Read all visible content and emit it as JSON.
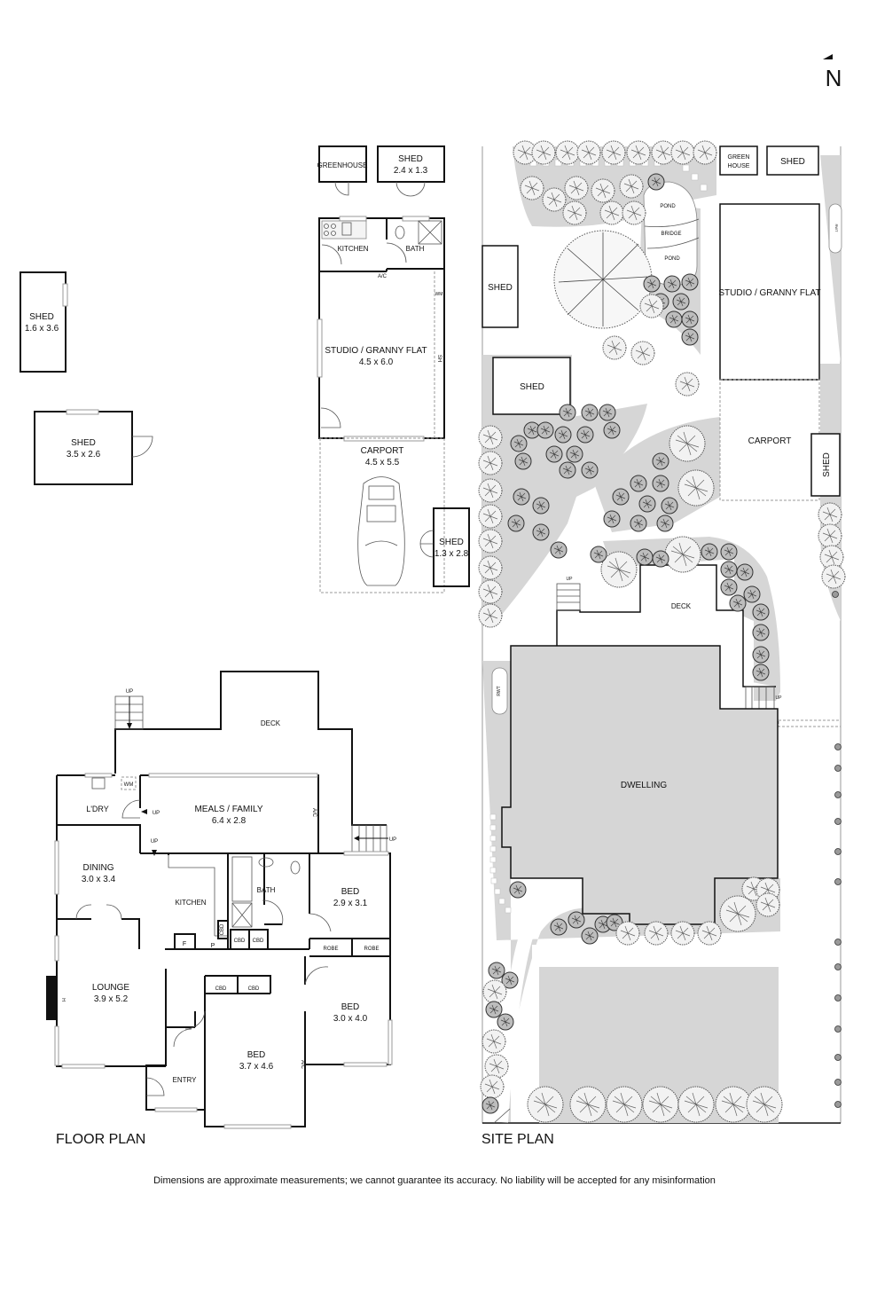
{
  "north": {
    "label": "N"
  },
  "floor_plan": {
    "title": "FLOOR PLAN",
    "rooms": {
      "deck": {
        "name": "DECK"
      },
      "laundry": {
        "name": "L'DRY",
        "fixture": "WM"
      },
      "meals_family": {
        "name": "MEALS / FAMILY",
        "size": "6.4 x 2.8"
      },
      "dining": {
        "name": "DINING",
        "size": "3.0 x 3.4"
      },
      "kitchen": {
        "name": "KITCHEN",
        "fridge": "F",
        "pantry": "P"
      },
      "bath": {
        "name": "BATH"
      },
      "bed1": {
        "name": "BED",
        "size": "2.9 x 3.1"
      },
      "bed2": {
        "name": "BED",
        "size": "3.0 x 4.0"
      },
      "bed3": {
        "name": "BED",
        "size": "3.7 x 4.6"
      },
      "lounge": {
        "name": "LOUNGE",
        "size": "3.9 x 5.2",
        "heater": "H"
      },
      "entry": {
        "name": "ENTRY"
      }
    },
    "labels": {
      "cbd": "CBD",
      "robe": "ROBE",
      "up": "UP",
      "ac": "A/C"
    },
    "outbuildings": {
      "greenhouse": {
        "name": "GREENHOUSE"
      },
      "shed_top": {
        "name": "SHED",
        "size": "2.4 x 1.3"
      },
      "studio": {
        "name": "STUDIO / GRANNY FLAT",
        "size": "4.5 x 6.0",
        "kitchen": "KITCHEN",
        "bath": "BATH",
        "ac": "A/C",
        "wm": "WM",
        "sh": "SH"
      },
      "carport": {
        "name": "CARPORT",
        "size": "4.5 x 5.5"
      },
      "shed_side": {
        "name": "SHED",
        "size": "1.3 x 2.8"
      },
      "shed_a": {
        "name": "SHED",
        "size": "1.6 x 3.6"
      },
      "shed_b": {
        "name": "SHED",
        "size": "3.5 x 2.6"
      }
    }
  },
  "site_plan": {
    "title": "SITE PLAN",
    "labels": {
      "greenhouse": "GREEN HOUSE",
      "shed_ne": "SHED",
      "pond_top": "POND",
      "bridge": "BRIDGE",
      "pond_bottom": "POND",
      "shed_w1": "SHED",
      "shed_w2": "SHED",
      "studio": "STUDIO / GRANNY FLAT",
      "carport": "CARPORT",
      "shed_e": "SHED",
      "deck": "DECK",
      "dwelling": "DWELLING",
      "rwt": "RWT",
      "up": "UP"
    }
  },
  "disclaimer": "Dimensions are approximate measurements; we cannot guarantee its accuracy. No liability will be accepted for any misinformation"
}
